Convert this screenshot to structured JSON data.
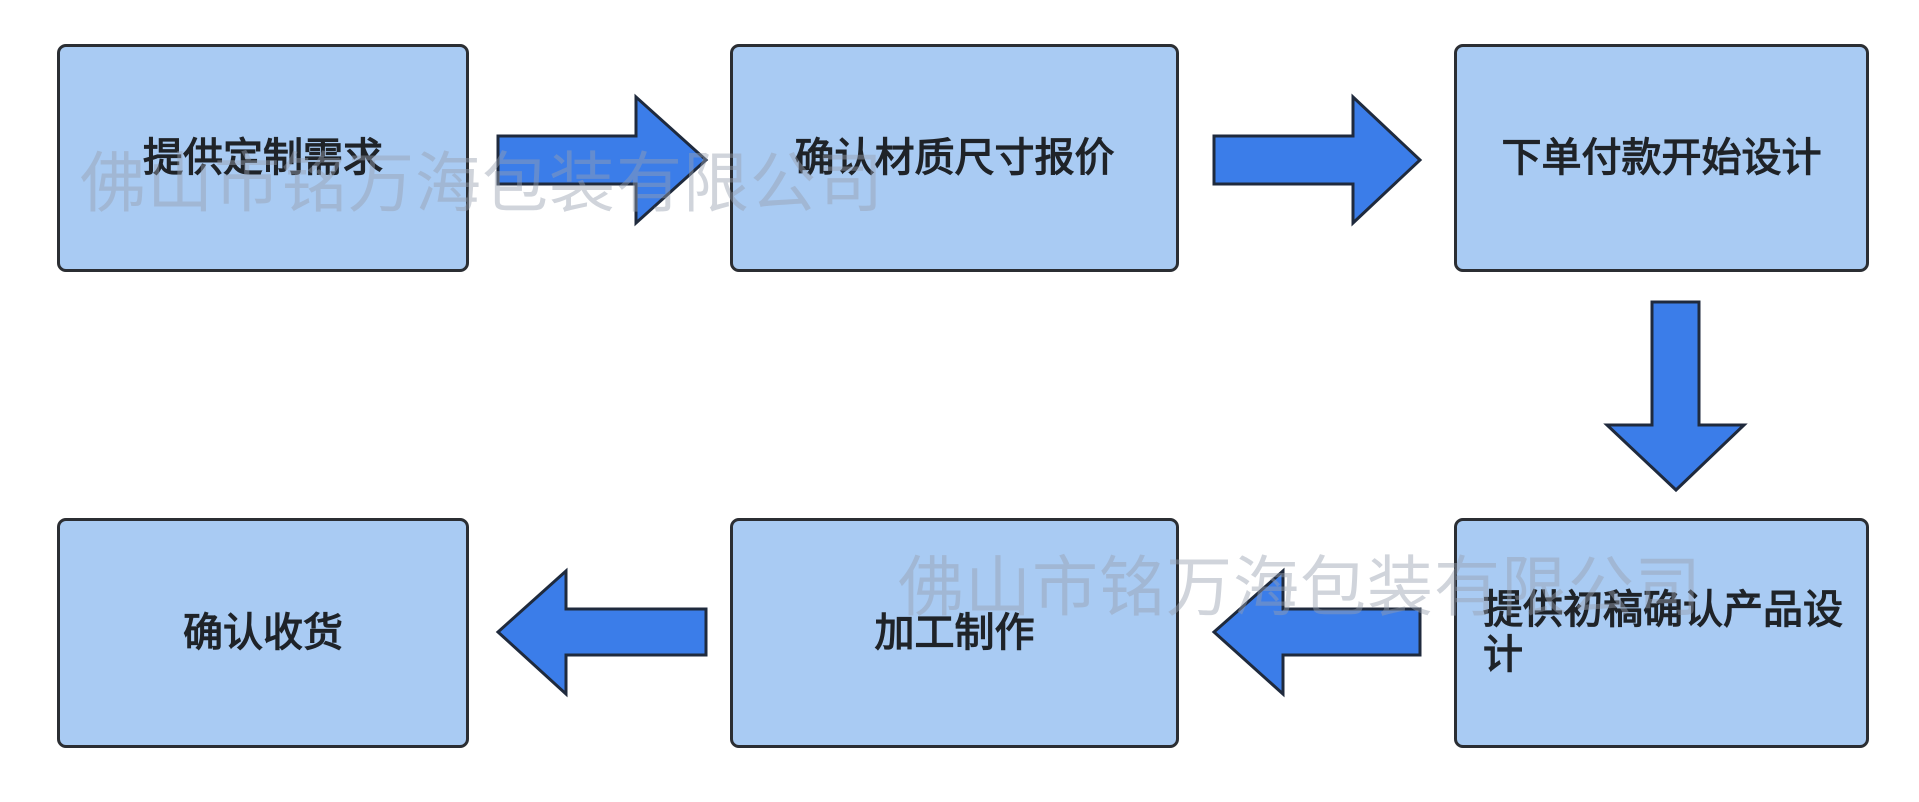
{
  "steps": [
    {
      "id": "b1",
      "label": "提供定制需求"
    },
    {
      "id": "b2",
      "label": "确认材质尺寸报价"
    },
    {
      "id": "b3",
      "label": "下单付款开始设计"
    },
    {
      "id": "b4",
      "label": "提供初稿确认产品设计"
    },
    {
      "id": "b5",
      "label": "加工制作"
    },
    {
      "id": "b6",
      "label": "确认收货"
    }
  ],
  "watermark": {
    "text": "佛山市铭万海包装有限公司"
  },
  "colors": {
    "box_fill": "#a9cbf3",
    "box_border": "#2b2e33",
    "arrow_fill": "#3b7de9",
    "text": "#1f2328"
  },
  "icons": {
    "right": "arrow-right-icon",
    "down": "arrow-down-icon",
    "left": "arrow-left-icon"
  }
}
